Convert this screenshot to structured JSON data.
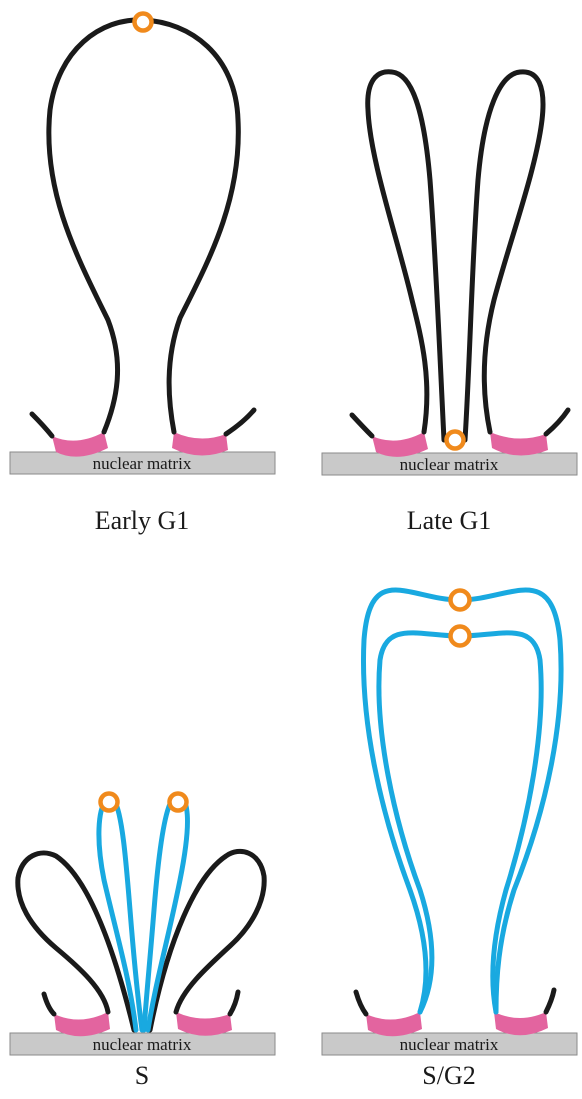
{
  "panels": [
    {
      "label": "Early G1",
      "matrix_label": "nuclear matrix"
    },
    {
      "label": "Late G1",
      "matrix_label": "nuclear matrix"
    },
    {
      "label": "S",
      "matrix_label": "nuclear matrix"
    },
    {
      "label": "S/G2",
      "matrix_label": "nuclear matrix"
    }
  ],
  "colors": {
    "unreplicated_dna": "#1a1a1a",
    "replicated_dna": "#19a9e0",
    "replication_origin": "#f08a1c",
    "attachment_site": "#e3649f",
    "nuclear_matrix": "#c9c9c9"
  }
}
